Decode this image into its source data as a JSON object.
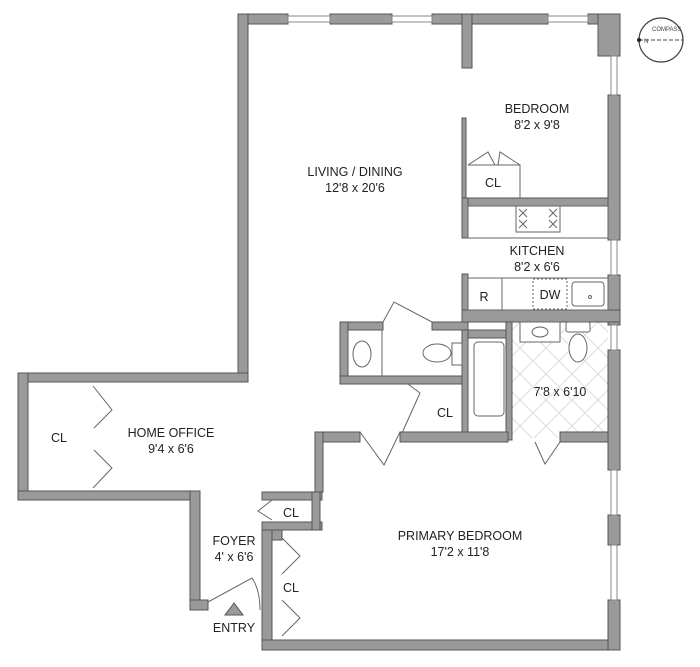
{
  "compass": {
    "text": "COMPASS",
    "north": "N"
  },
  "rooms": [
    {
      "id": "living",
      "name": "LIVING / DINING",
      "dims": "12'8 x 20'6"
    },
    {
      "id": "bedroom",
      "name": "BEDROOM",
      "dims": "8'2 x 9'8"
    },
    {
      "id": "kitchen",
      "name": "KITCHEN",
      "dims": "8'2 x 6'6"
    },
    {
      "id": "bath",
      "name": "",
      "dims": "7'8 x 6'10"
    },
    {
      "id": "home-office",
      "name": "HOME OFFICE",
      "dims": "9'4 x 6'6"
    },
    {
      "id": "foyer",
      "name": "FOYER",
      "dims": "4' x 6'6"
    },
    {
      "id": "primary-bedroom",
      "name": "PRIMARY BEDROOM",
      "dims": "17'2 x 11'8"
    }
  ],
  "closets": [
    "CL",
    "CL",
    "CL",
    "CL",
    "CL"
  ],
  "appliances": {
    "refrigerator": "R",
    "dishwasher": "DW"
  },
  "entry": "ENTRY",
  "colors": {
    "wall": "#9a9a9a",
    "outline": "#555555"
  }
}
